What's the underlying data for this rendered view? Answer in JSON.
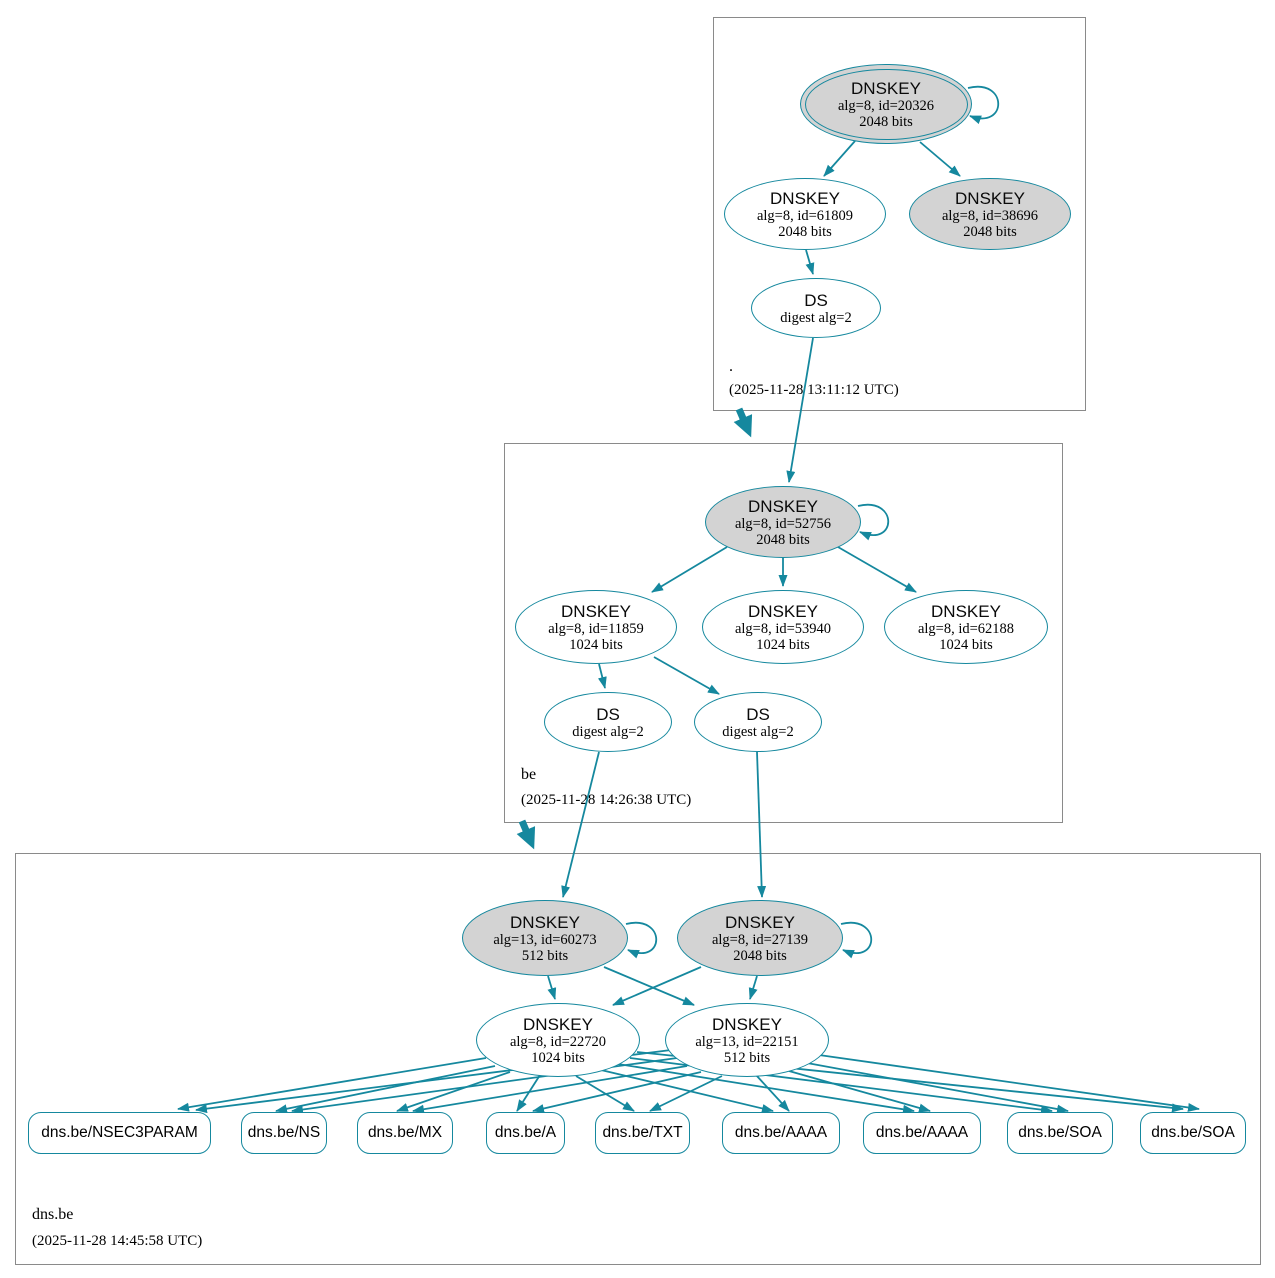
{
  "colors": {
    "edge": "#15889e",
    "ksk_fill": "#d3d3d3",
    "node_fill": "#ffffff",
    "box_border": "#8a8a8a"
  },
  "zones": {
    "root": {
      "label": ".",
      "timestamp": "(2025-11-28 13:11:12 UTC)",
      "nodes": {
        "ksk": {
          "title": "DNSKEY",
          "detail": "alg=8, id=20326",
          "bits": "2048 bits"
        },
        "zsk": {
          "title": "DNSKEY",
          "detail": "alg=8, id=61809",
          "bits": "2048 bits"
        },
        "ksk2": {
          "title": "DNSKEY",
          "detail": "alg=8, id=38696",
          "bits": "2048 bits"
        },
        "ds": {
          "title": "DS",
          "detail": "digest alg=2"
        }
      }
    },
    "be": {
      "label": "be",
      "timestamp": "(2025-11-28 14:26:38 UTC)",
      "nodes": {
        "ksk": {
          "title": "DNSKEY",
          "detail": "alg=8, id=52756",
          "bits": "2048 bits"
        },
        "zsk1": {
          "title": "DNSKEY",
          "detail": "alg=8, id=11859",
          "bits": "1024 bits"
        },
        "zsk2": {
          "title": "DNSKEY",
          "detail": "alg=8, id=53940",
          "bits": "1024 bits"
        },
        "zsk3": {
          "title": "DNSKEY",
          "detail": "alg=8, id=62188",
          "bits": "1024 bits"
        },
        "ds1": {
          "title": "DS",
          "detail": "digest alg=2"
        },
        "ds2": {
          "title": "DS",
          "detail": "digest alg=2"
        }
      }
    },
    "dnsbe": {
      "label": "dns.be",
      "timestamp": "(2025-11-28 14:45:58 UTC)",
      "nodes": {
        "ksk1": {
          "title": "DNSKEY",
          "detail": "alg=13, id=60273",
          "bits": "512 bits"
        },
        "ksk2": {
          "title": "DNSKEY",
          "detail": "alg=8, id=27139",
          "bits": "2048 bits"
        },
        "zsk1": {
          "title": "DNSKEY",
          "detail": "alg=8, id=22720",
          "bits": "1024 bits"
        },
        "zsk2": {
          "title": "DNSKEY",
          "detail": "alg=13, id=22151",
          "bits": "512 bits"
        }
      },
      "rrsets": [
        "dns.be/NSEC3PARAM",
        "dns.be/NS",
        "dns.be/MX",
        "dns.be/A",
        "dns.be/TXT",
        "dns.be/AAAA",
        "dns.be/AAAA",
        "dns.be/SOA",
        "dns.be/SOA"
      ]
    }
  }
}
